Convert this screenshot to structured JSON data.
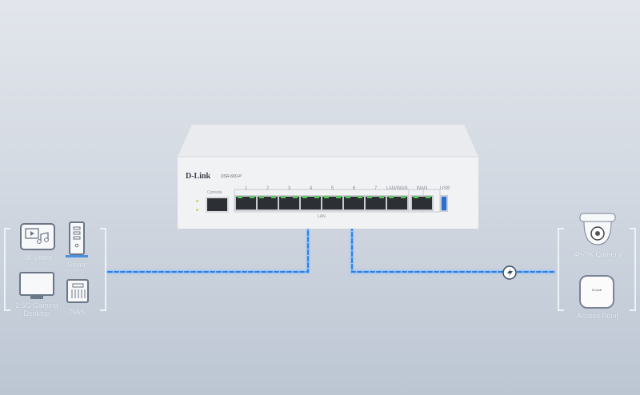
{
  "router": {
    "brand": "D-Link",
    "model": "DSR-600-P",
    "console_label": "Console",
    "port_labels": [
      "1",
      "2",
      "3",
      "4",
      "5",
      "6",
      "7",
      "LAN/WAN"
    ],
    "wan_label": "WAN",
    "usb_label": "USB",
    "lan_label": "LAN"
  },
  "left_devices": [
    {
      "label": "4K Video",
      "icon": "video-music-icon"
    },
    {
      "label": "Sever",
      "icon": "server-icon"
    },
    {
      "label": "2.5G Gaming Desktop",
      "icon": "desktop-icon"
    },
    {
      "label": "NAS",
      "icon": "nas-icon"
    }
  ],
  "right_devices": [
    {
      "label": "4K/8K Camera",
      "icon": "dome-camera-icon"
    },
    {
      "label": "Access Point",
      "icon": "access-point-icon",
      "brand": "D-Link"
    }
  ],
  "colors": {
    "cable": "#3d8fe8",
    "led": "#58c85a"
  }
}
